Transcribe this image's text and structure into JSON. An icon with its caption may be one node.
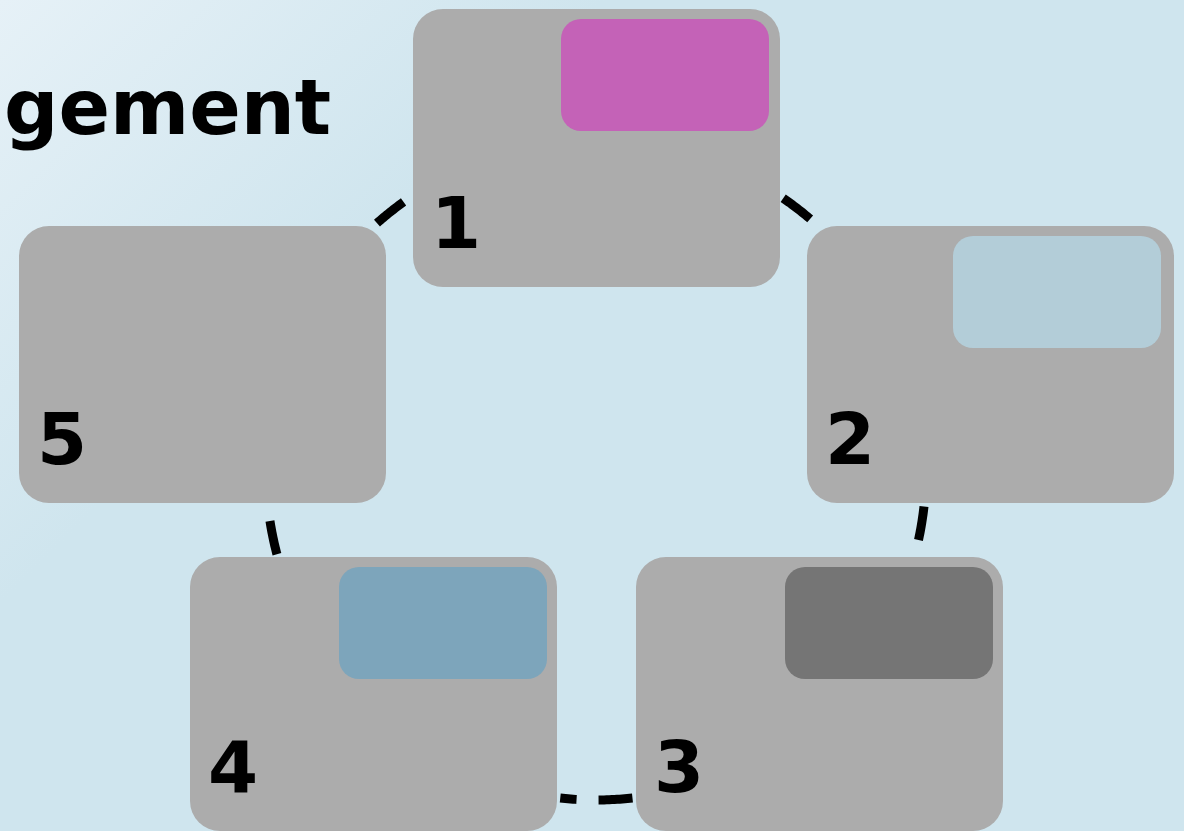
{
  "diagram": {
    "title": "gement",
    "nodes": [
      {
        "text": [
          "1"
        ]
      },
      {
        "text": [],
        "shape": "box",
        "in": 0
      },
      {
        "text": [
          "2"
        ]
      },
      {
        "text": [],
        "shape": "box",
        "in": 2
      },
      {
        "text": [
          "3"
        ]
      },
      {
        "text": [],
        "shape": "box",
        "in": 4
      },
      {
        "text": [
          "4"
        ]
      },
      {
        "text": [],
        "shape": "box",
        "in": 6
      },
      {
        "text": [
          "5"
        ]
      }
    ],
    "edges": [
      {
        "from": 0,
        "to": 2,
        "arrow": "none",
        "style": "dashed"
      },
      {
        "from": 2,
        "to": 4,
        "arrow": "none",
        "style": "dashed"
      },
      {
        "from": 4,
        "to": 6,
        "arrow": "none",
        "style": "dashed"
      },
      {
        "from": 6,
        "to": 8,
        "arrow": "none",
        "style": "dashed"
      },
      {
        "from": 8,
        "to": 0,
        "arrow": "none",
        "style": "dashed"
      }
    ]
  }
}
